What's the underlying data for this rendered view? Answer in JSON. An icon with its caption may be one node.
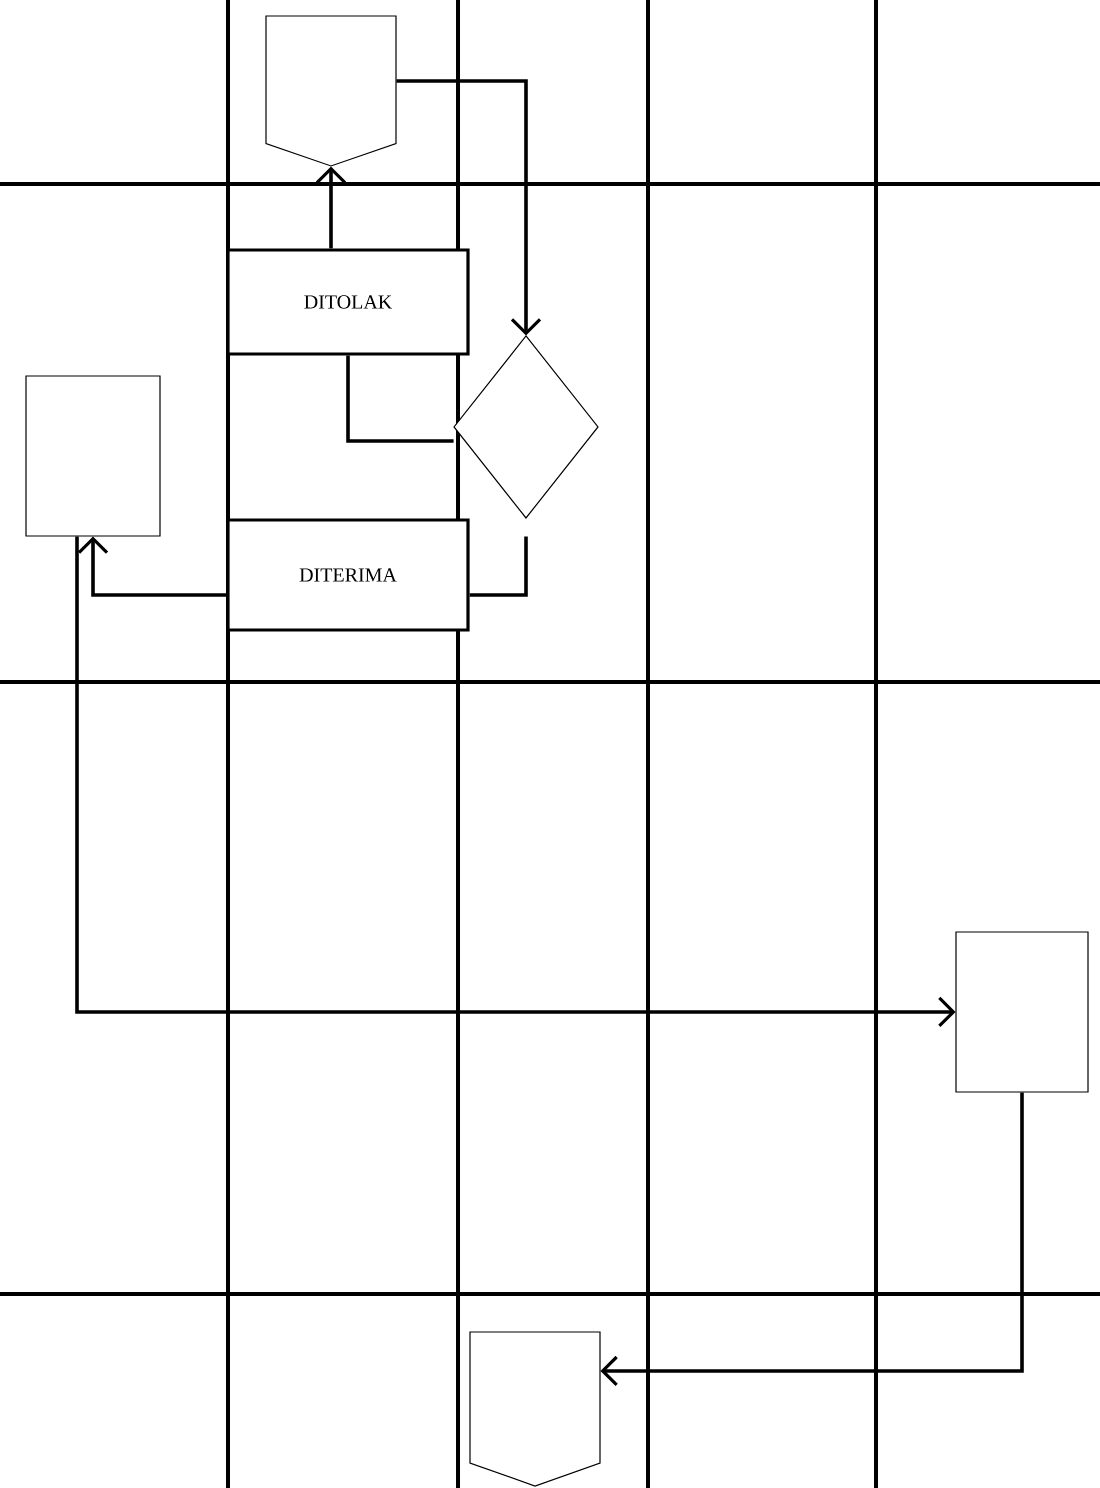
{
  "diagram": {
    "nodes": [
      {
        "text": [],
        "shape": "pentagon"
      },
      {
        "text": [
          "DITOLAK"
        ]
      },
      {
        "text": [],
        "shape": "diamond"
      },
      {
        "text": [],
        "shape": "box"
      },
      {
        "text": [
          "DITERIMA"
        ]
      },
      {
        "text": [],
        "shape": "box"
      },
      {
        "text": [],
        "shape": "pentagon"
      }
    ],
    "edges": [
      {
        "from": 0,
        "to": 2,
        "arrow": "to"
      },
      {
        "from": 2,
        "to": 1,
        "arrow": "none"
      },
      {
        "from": 1,
        "to": 0,
        "arrow": "to"
      },
      {
        "from": 2,
        "to": 4,
        "arrow": "none"
      },
      {
        "from": 4,
        "to": 3,
        "arrow": "to"
      },
      {
        "from": 3,
        "to": 5,
        "arrow": "to"
      },
      {
        "from": 5,
        "to": 6,
        "arrow": "to"
      }
    ]
  }
}
